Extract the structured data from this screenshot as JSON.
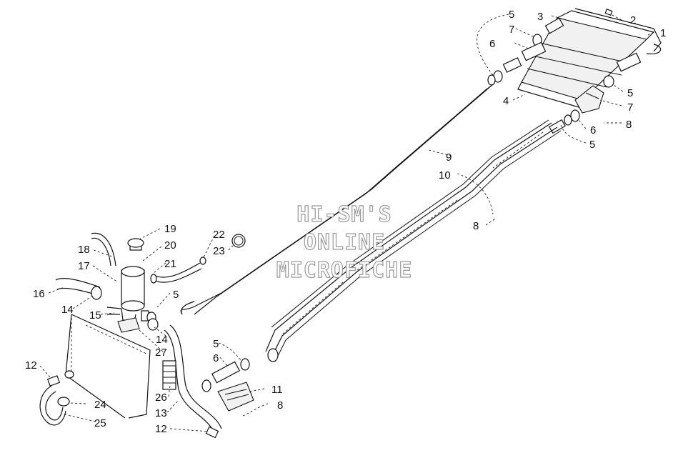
{
  "watermark": {
    "line1": "HI-SM'S",
    "line2": "ONLINE",
    "line3": "MICROFICHE",
    "color": "#9a9a9a"
  },
  "callouts": {
    "c1": "1",
    "c2": "2",
    "c3": "3",
    "c4": "4",
    "c5a": "5",
    "c5b": "5",
    "c5c": "5",
    "c5d": "5",
    "c5e": "5",
    "c6a": "6",
    "c6b": "6",
    "c6c": "6",
    "c7a": "7",
    "c7b": "7",
    "c8a": "8",
    "c8b": "8",
    "c8c": "8",
    "c9": "9",
    "c10": "10",
    "c11": "11",
    "c12a": "12",
    "c12b": "12",
    "c13": "13",
    "c14a": "14",
    "c14b": "14",
    "c15": "15",
    "c16": "16",
    "c17": "17",
    "c18": "18",
    "c19": "19",
    "c20": "20",
    "c21": "21",
    "c22": "22",
    "c23": "23",
    "c24": "24",
    "c25": "25",
    "c26": "26",
    "c27": "27"
  }
}
